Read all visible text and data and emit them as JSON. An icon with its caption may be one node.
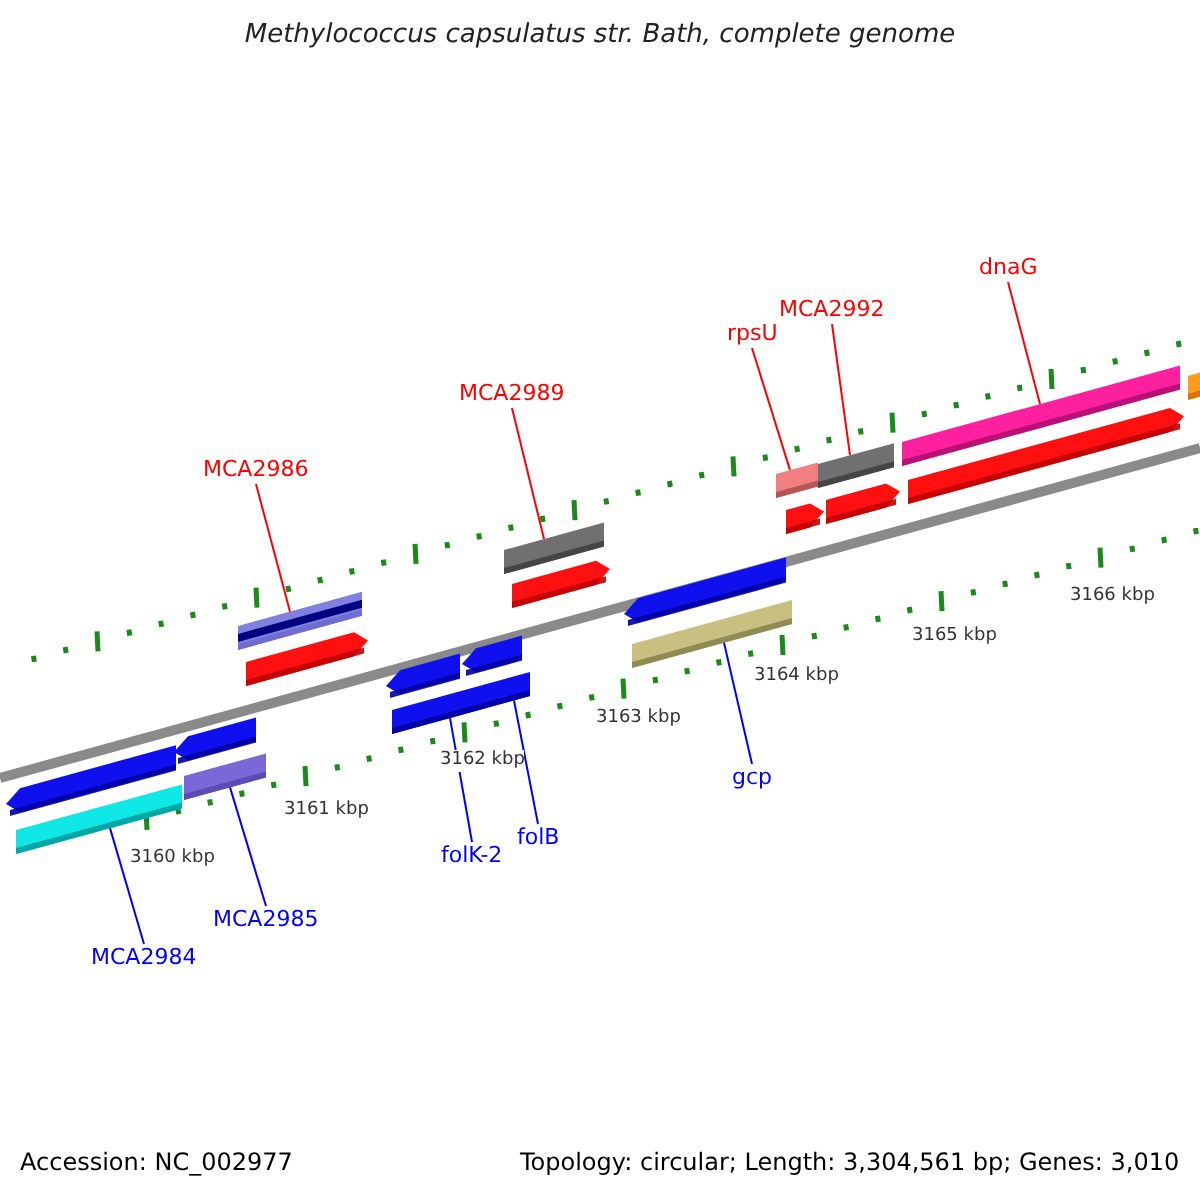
{
  "diagram": {
    "title": "Methylococcus capsulatus str. Bath, complete genome",
    "nodes": [
      {
        "text": [
          "MCA2986"
        ]
      },
      {
        "text": [
          "MCA2989"
        ]
      },
      {
        "text": [
          "rpsU"
        ]
      },
      {
        "text": [
          "MCA2992"
        ]
      },
      {
        "text": [
          "dnaG"
        ]
      },
      {
        "text": [],
        "shape": "bar"
      },
      {
        "text": [],
        "shape": "bar"
      },
      {
        "text": [],
        "shape": "bar"
      },
      {
        "text": [],
        "shape": "bar"
      },
      {
        "text": [],
        "shape": "bar"
      },
      {
        "text": [
          "MCA2984"
        ]
      },
      {
        "text": [
          "MCA2985"
        ]
      },
      {
        "text": [
          "folK-2"
        ]
      },
      {
        "text": [
          "folB"
        ]
      },
      {
        "text": [
          "gcp"
        ]
      },
      {
        "text": [],
        "shape": "bar"
      },
      {
        "text": [],
        "shape": "bar"
      },
      {
        "text": [],
        "shape": "bar"
      },
      {
        "text": [],
        "shape": "bar"
      },
      {
        "text": [],
        "shape": "bar"
      },
      {
        "text": [],
        "shape": "bar"
      },
      {
        "text": [],
        "shape": "bar"
      },
      {
        "text": [],
        "shape": "bar"
      },
      {
        "text": [],
        "shape": "bar"
      },
      {
        "text": [],
        "shape": "bar"
      },
      {
        "text": [],
        "shape": "bar"
      },
      {
        "text": [],
        "shape": "bar"
      },
      {
        "text": [],
        "shape": "bar"
      },
      {
        "text": [],
        "shape": "bar"
      },
      {
        "text": [],
        "shape": "bar"
      }
    ],
    "edges": [
      {
        "from": 0,
        "to": 5,
        "arrow": "none"
      },
      {
        "from": 1,
        "to": 6,
        "arrow": "none"
      },
      {
        "from": 2,
        "to": 7,
        "arrow": "none"
      },
      {
        "from": 3,
        "to": 8,
        "arrow": "none"
      },
      {
        "from": 4,
        "to": 9,
        "arrow": "none"
      },
      {
        "from": 10,
        "to": 15,
        "arrow": "none",
        "color": "#0000ff"
      },
      {
        "from": 11,
        "to": 16,
        "arrow": "none",
        "color": "#0000ff"
      },
      {
        "from": 12,
        "to": 17,
        "arrow": "none",
        "color": "#0000ff"
      },
      {
        "from": 13,
        "to": 17,
        "arrow": "none",
        "color": "#0000ff"
      },
      {
        "from": 14,
        "to": 18,
        "arrow": "none",
        "color": "#0000ff"
      }
    ],
    "labels": [
      "3166 kbp",
      "3165 kbp",
      "3164 kbp",
      "3163 kbp",
      "3162 kbp",
      "3161 kbp",
      "3160 kbp",
      "Accession: NC_002977",
      "Topology: circular; Length: 3,304,561 bp; Genes: 3,010"
    ]
  }
}
